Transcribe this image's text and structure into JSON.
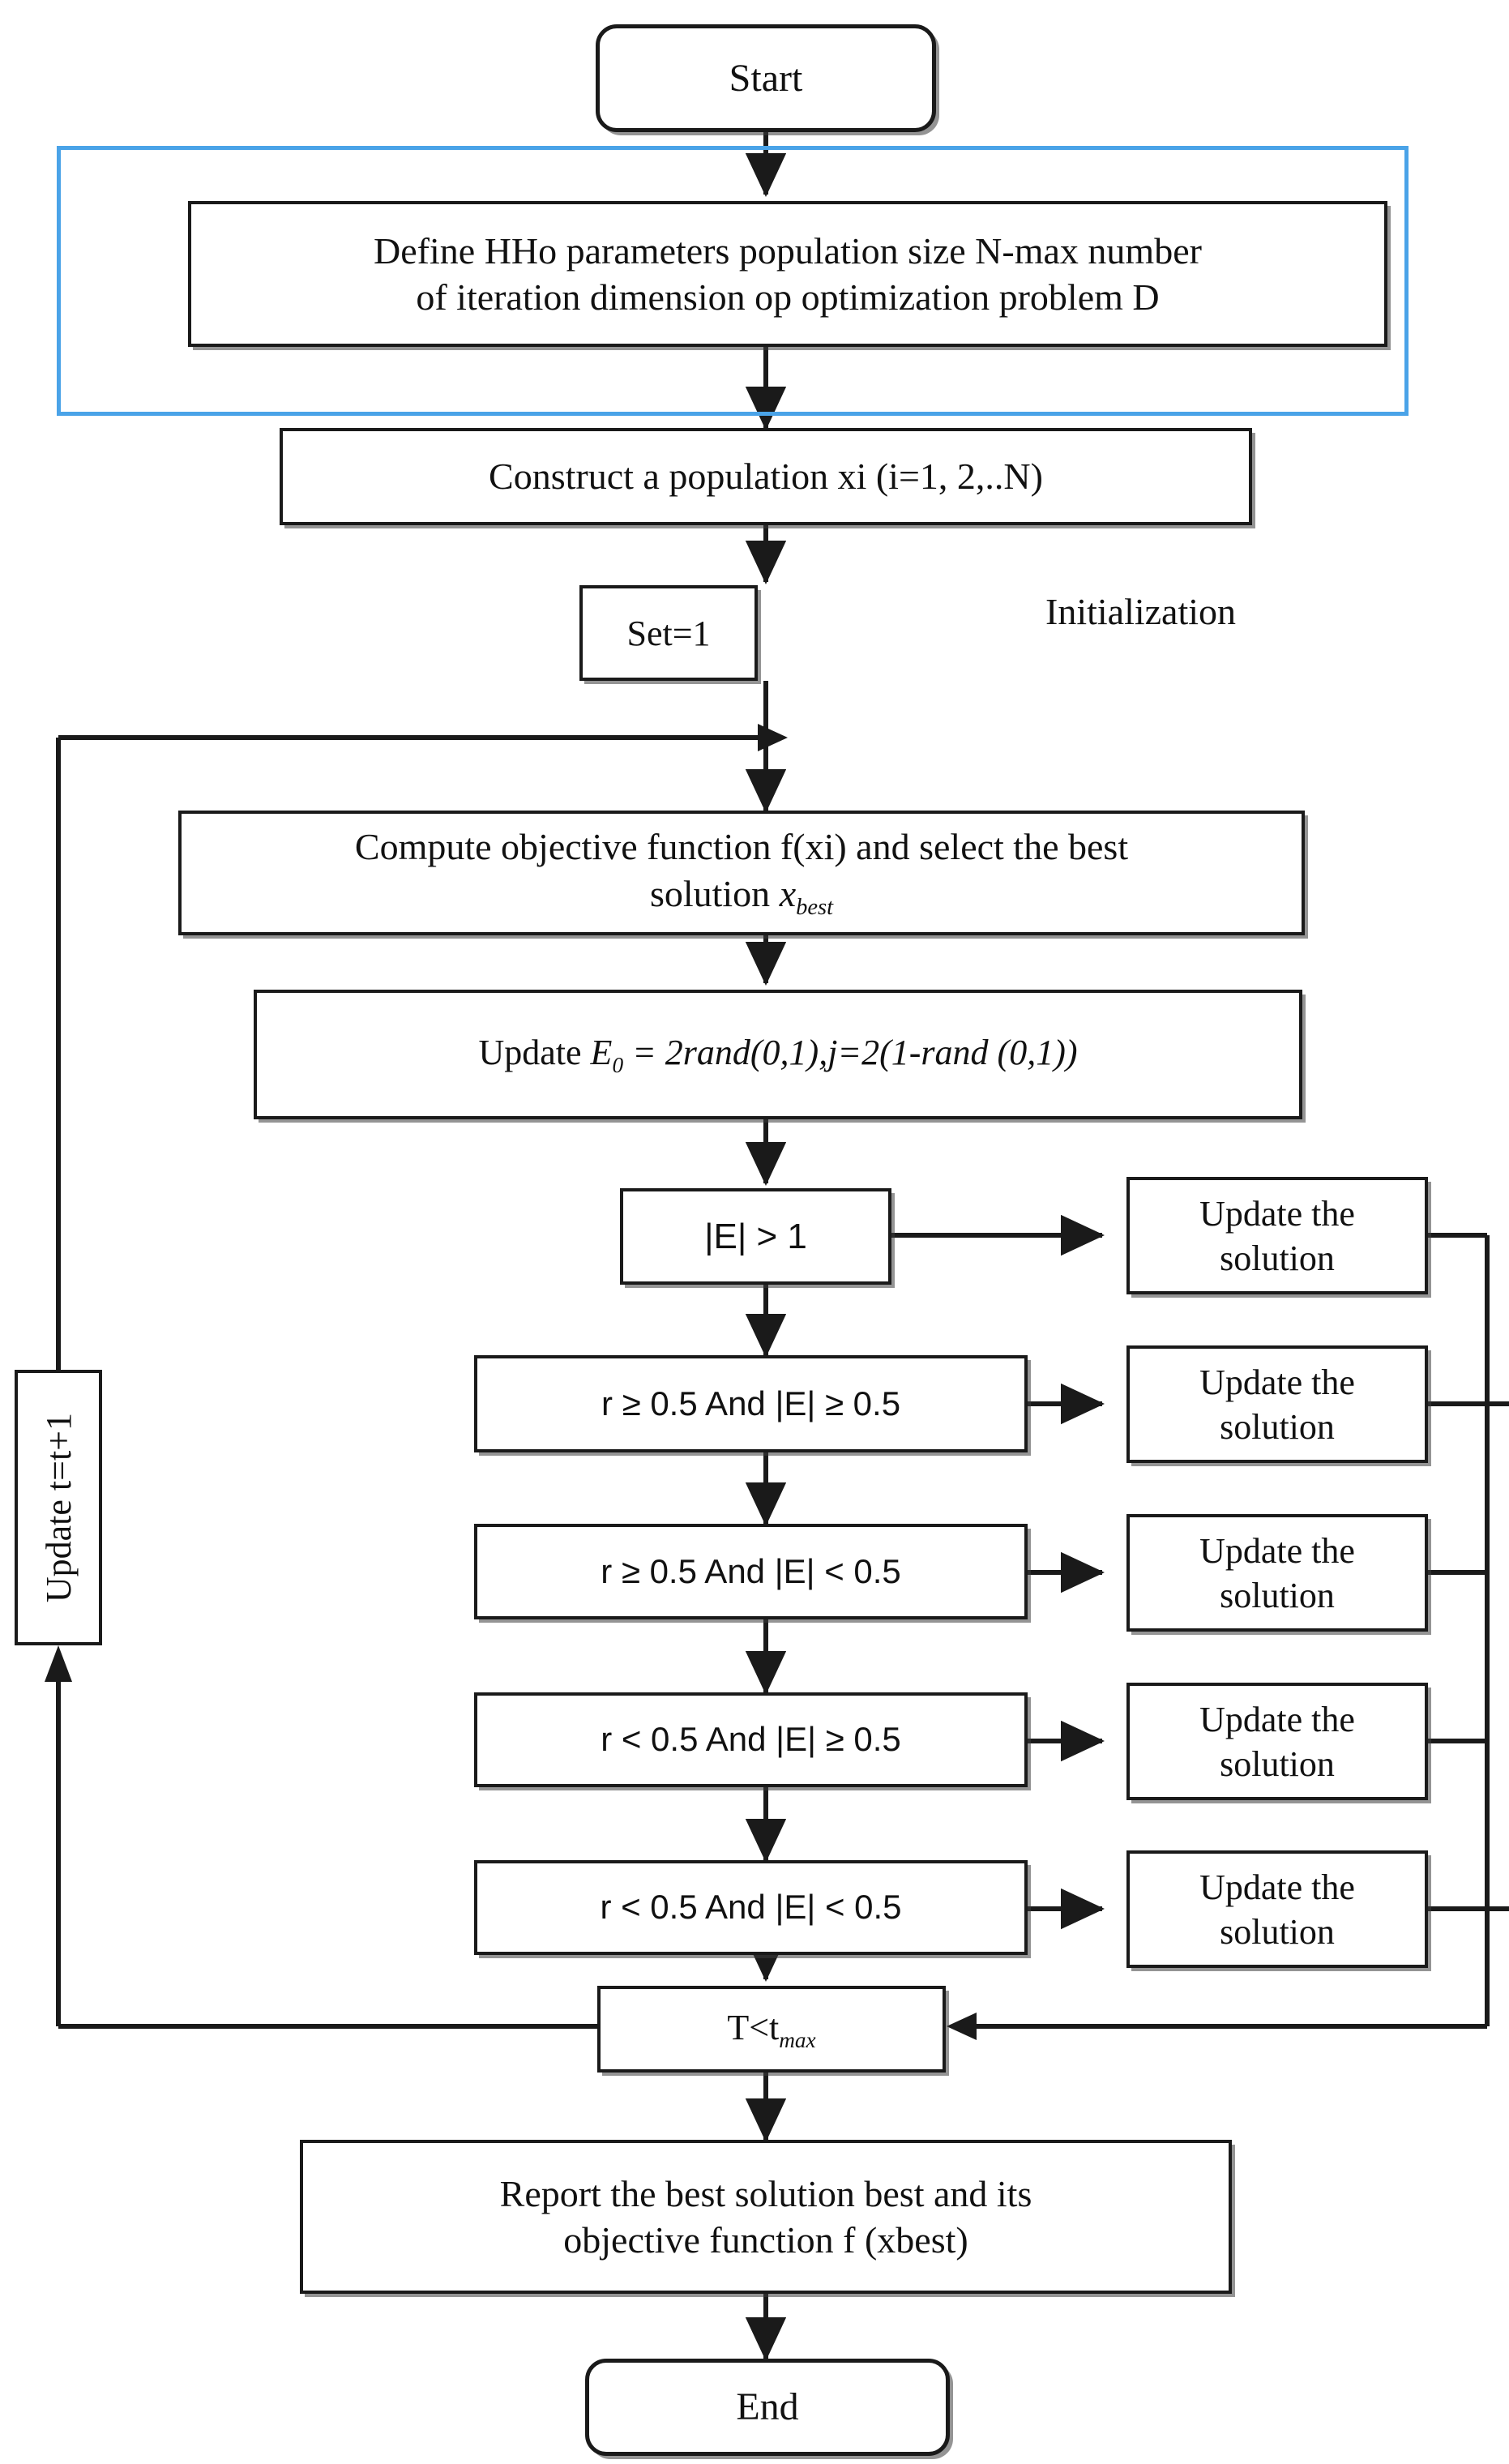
{
  "diagram": {
    "title": "Harris Hawks Optimization (HHO) Algorithm Flowchart",
    "accent_color": "#4aa3e8",
    "line_color": "#1a1a1a",
    "background": "#ffffff"
  },
  "nodes": {
    "start": {
      "label": "Start",
      "shape": "terminator"
    },
    "define_params": {
      "line1": "Define HHo parameters population size N-max number",
      "line2": "of iteration dimension op optimization problem D",
      "shape": "process"
    },
    "construct_population": {
      "label": "Construct a population xi (i=1, 2,..N)",
      "shape": "process"
    },
    "set_t": {
      "label": "Set=1",
      "shape": "process"
    },
    "initialization_label": "Initialization",
    "compute_objective": {
      "line1": "Compute objective function f(xi) and select the best",
      "line2_prefix": "solution ",
      "line2_var": "x",
      "line2_sub": "best",
      "shape": "process"
    },
    "update_e0": {
      "prefix": "Update ",
      "var": "E",
      "sub": "0",
      "expr": " = 2rand(0,1),j=2(1-rand (0,1))",
      "shape": "process"
    },
    "update_counter": {
      "label": "Update t=t+1",
      "shape": "process",
      "orientation": "vertical"
    },
    "termination_check": {
      "prefix": "T<t",
      "sub": "max",
      "shape": "decision"
    },
    "report_best": {
      "line1": "Report the best solution best and its",
      "line2": "objective function f (xbest)",
      "shape": "process"
    },
    "end": {
      "label": "End",
      "shape": "terminator"
    }
  },
  "conditions": [
    {
      "id": "cond-1",
      "text": "|E| > 1",
      "action": {
        "line1": "Update the",
        "line2": "solution"
      }
    },
    {
      "id": "cond-2",
      "text": "r ≥ 0.5  And  |E| ≥ 0.5",
      "action": {
        "line1": "Update the",
        "line2": "solution"
      }
    },
    {
      "id": "cond-3",
      "text": "r ≥ 0.5  And  |E| < 0.5",
      "action": {
        "line1": "Update the",
        "line2": "solution"
      }
    },
    {
      "id": "cond-4",
      "text": "r < 0.5  And  |E| ≥ 0.5",
      "action": {
        "line1": "Update the",
        "line2": "solution"
      }
    },
    {
      "id": "cond-5",
      "text": "r < 0.5  And  |E| < 0.5",
      "action": {
        "line1": "Update the",
        "line2": "solution"
      }
    }
  ]
}
